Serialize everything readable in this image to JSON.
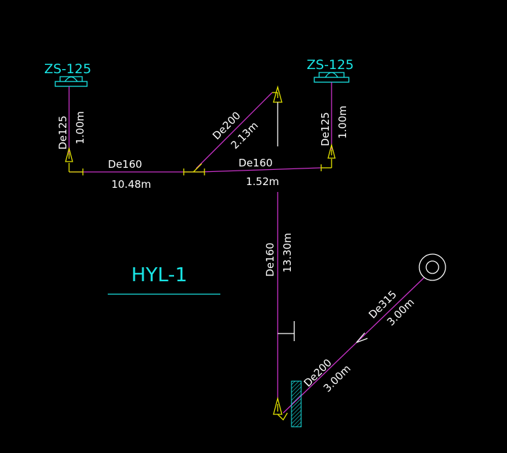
{
  "drawing": {
    "title": "HYL-1",
    "fixtures": [
      {
        "id": "left",
        "label": "ZS-125"
      },
      {
        "id": "right",
        "label": "ZS-125"
      }
    ],
    "pipes": {
      "left_riser": {
        "size": "De125",
        "length": "1.00m"
      },
      "right_riser": {
        "size": "De125",
        "length": "1.00m"
      },
      "horizontal_left": {
        "size": "De160",
        "length": "10.48m"
      },
      "horizontal_right": {
        "size": "De160",
        "length": "1.52m"
      },
      "diagonal_upper": {
        "size": "De200",
        "length": "2.13m"
      },
      "vertical_main": {
        "size": "De160",
        "length": "13.30m"
      },
      "diagonal_lower": {
        "size": "De200",
        "length": "3.00m"
      },
      "outlet": {
        "size": "De315",
        "length": "3.00m"
      }
    },
    "colors": {
      "pipe": "#cc33cc",
      "fitting": "#e6e600",
      "text": "#ffffff",
      "accent": "#19e6e6",
      "background": "#000000"
    }
  }
}
